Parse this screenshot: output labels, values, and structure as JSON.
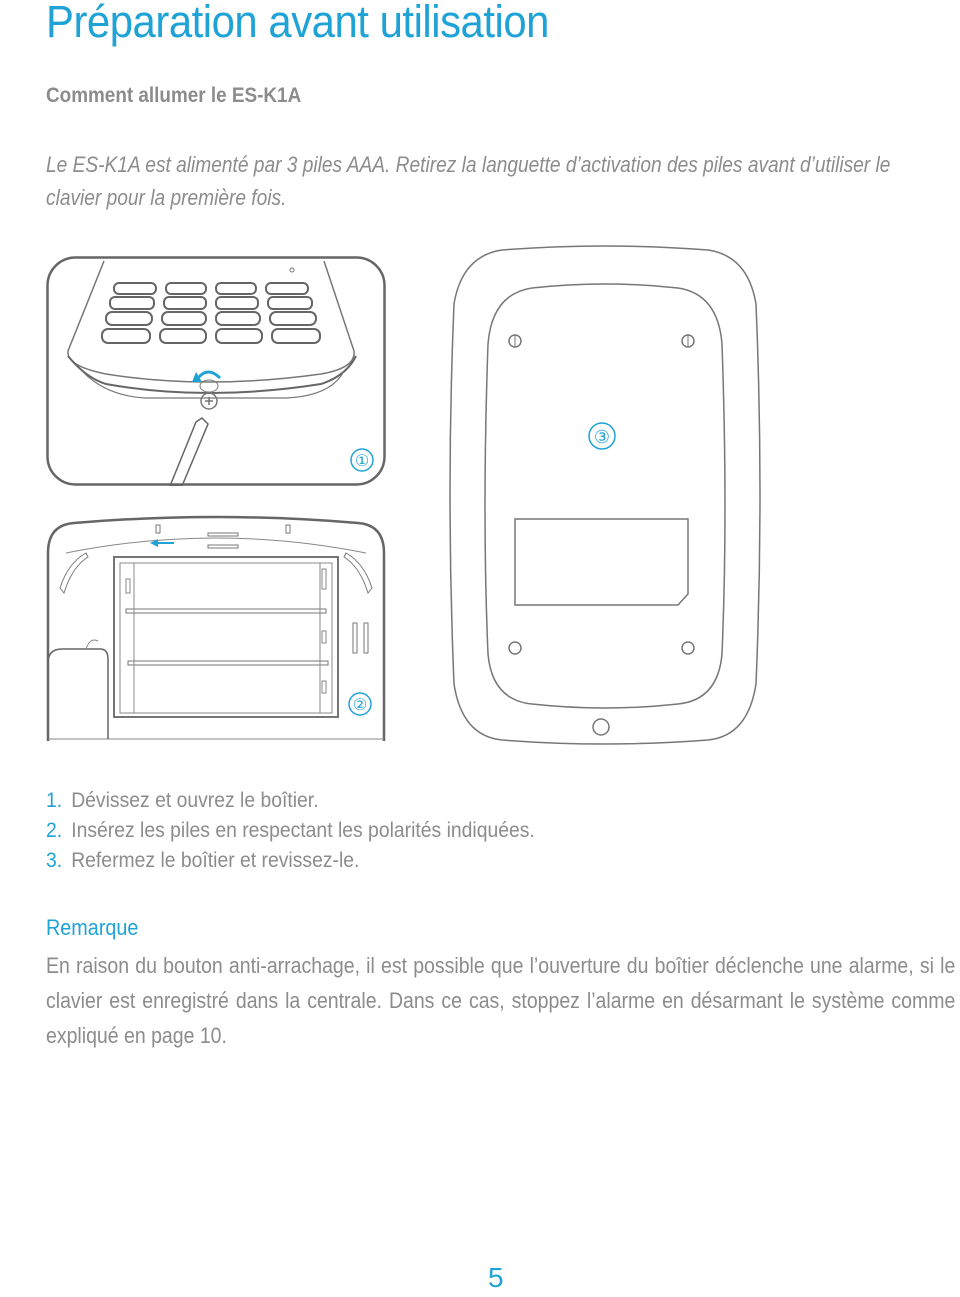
{
  "page": {
    "title": "Préparation avant utilisation",
    "subtitle": "Comment allumer le ES-K1A",
    "intro": "Le ES-K1A est alimenté par 3 piles AAA. Retirez la languette d’activation des piles avant d’utiliser le clavier pour la première fois.",
    "figures": [
      {
        "label": "①",
        "description": "Keypad underside with screwdriver unscrewing the case"
      },
      {
        "label": "②",
        "description": "Open case showing 3 AAA battery compartment"
      },
      {
        "label": "③",
        "description": "Back of the keypad case closed"
      }
    ],
    "steps": [
      {
        "num": "1.",
        "text": "Dévissez et ouvrez le boîtier."
      },
      {
        "num": "2.",
        "text": "Insérez les piles en respectant les polarités indiquées."
      },
      {
        "num": "3.",
        "text": "Refermez le boîtier et revissez-le."
      }
    ],
    "note": {
      "title": "Remarque",
      "body": "En raison du bouton anti-arrachage, il est possible que l’ouverture du boîtier déclenche une alarme, si le clavier est enregistré dans la centrale. Dans ce cas, stoppez l’alarme en désarmant le système comme expliqué en page 10."
    },
    "page_number": "5",
    "colors": {
      "accent": "#1fa3d6",
      "text": "#8c8c8c",
      "line": "#666666"
    }
  }
}
